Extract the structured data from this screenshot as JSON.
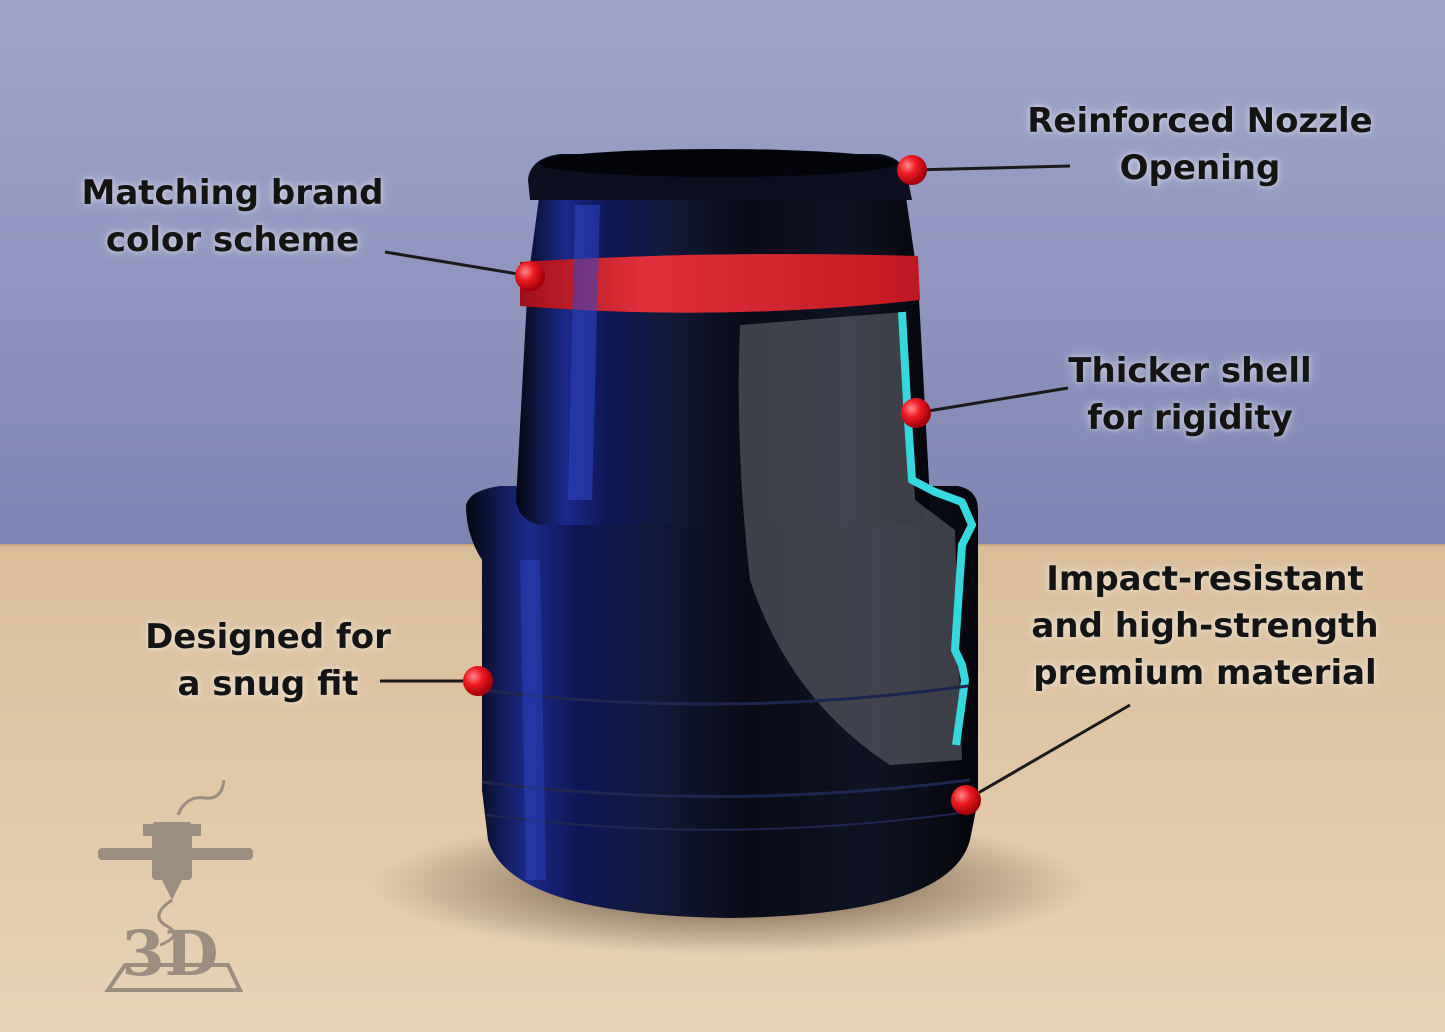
{
  "callouts": {
    "nozzle_opening": {
      "lines": [
        "Reinforced Nozzle",
        "Opening"
      ]
    },
    "brand_color": {
      "lines": [
        "Matching brand",
        "color scheme"
      ]
    },
    "thicker_shell": {
      "lines": [
        "Thicker shell",
        "for rigidity"
      ]
    },
    "impact_material": {
      "lines": [
        "Impact-resistant",
        "and high-strength",
        "premium material"
      ]
    },
    "snug_fit": {
      "lines": [
        "Designed for",
        "a snug fit"
      ]
    }
  },
  "logo": {
    "text": "3D",
    "icon": "3d-printer-icon"
  },
  "colors": {
    "wall": "#9aa0c4",
    "table": "#ddc4a4",
    "plastic": "#0b0e1c",
    "brand_red": "#d0202a",
    "shell_cyan": "#35d8dc",
    "marker_red": "#e8101a"
  }
}
